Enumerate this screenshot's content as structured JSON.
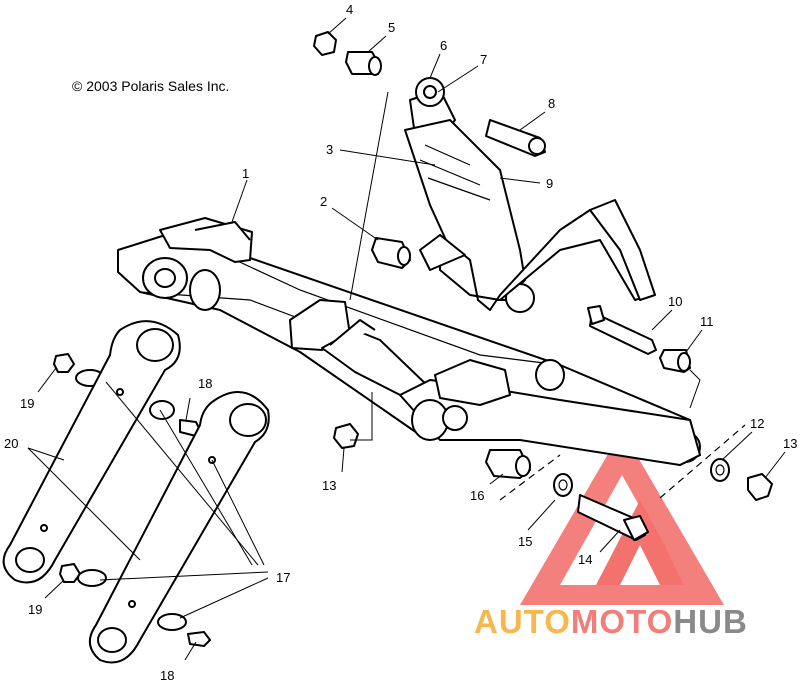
{
  "copyright": "© 2003 Polaris Sales Inc.",
  "callouts": [
    "1",
    "2",
    "3",
    "4",
    "5",
    "6",
    "7",
    "8",
    "9",
    "10",
    "11",
    "12",
    "13",
    "13",
    "14",
    "15",
    "16",
    "17",
    "18",
    "18",
    "19",
    "19",
    "20"
  ],
  "watermark": {
    "part1": "AUTO",
    "part2": "MOTO",
    "part3": "HUB",
    "colors": {
      "auto": "#f6b84e",
      "moto": "#f17e79",
      "hub": "#8a8a8a",
      "triangle": "#f15a55"
    }
  }
}
